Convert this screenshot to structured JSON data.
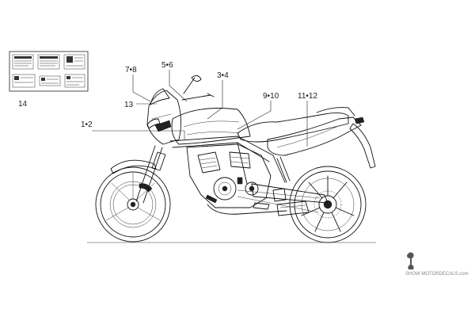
{
  "callouts": {
    "c14": "14",
    "c7_8": "7•8",
    "c5_6": "5•6",
    "c3_4": "3•4",
    "c13": "13",
    "c9_10": "9•10",
    "c11_12": "11•12",
    "c1_2": "1•2"
  },
  "watermark": "SHOW MOTORDECALS.com"
}
